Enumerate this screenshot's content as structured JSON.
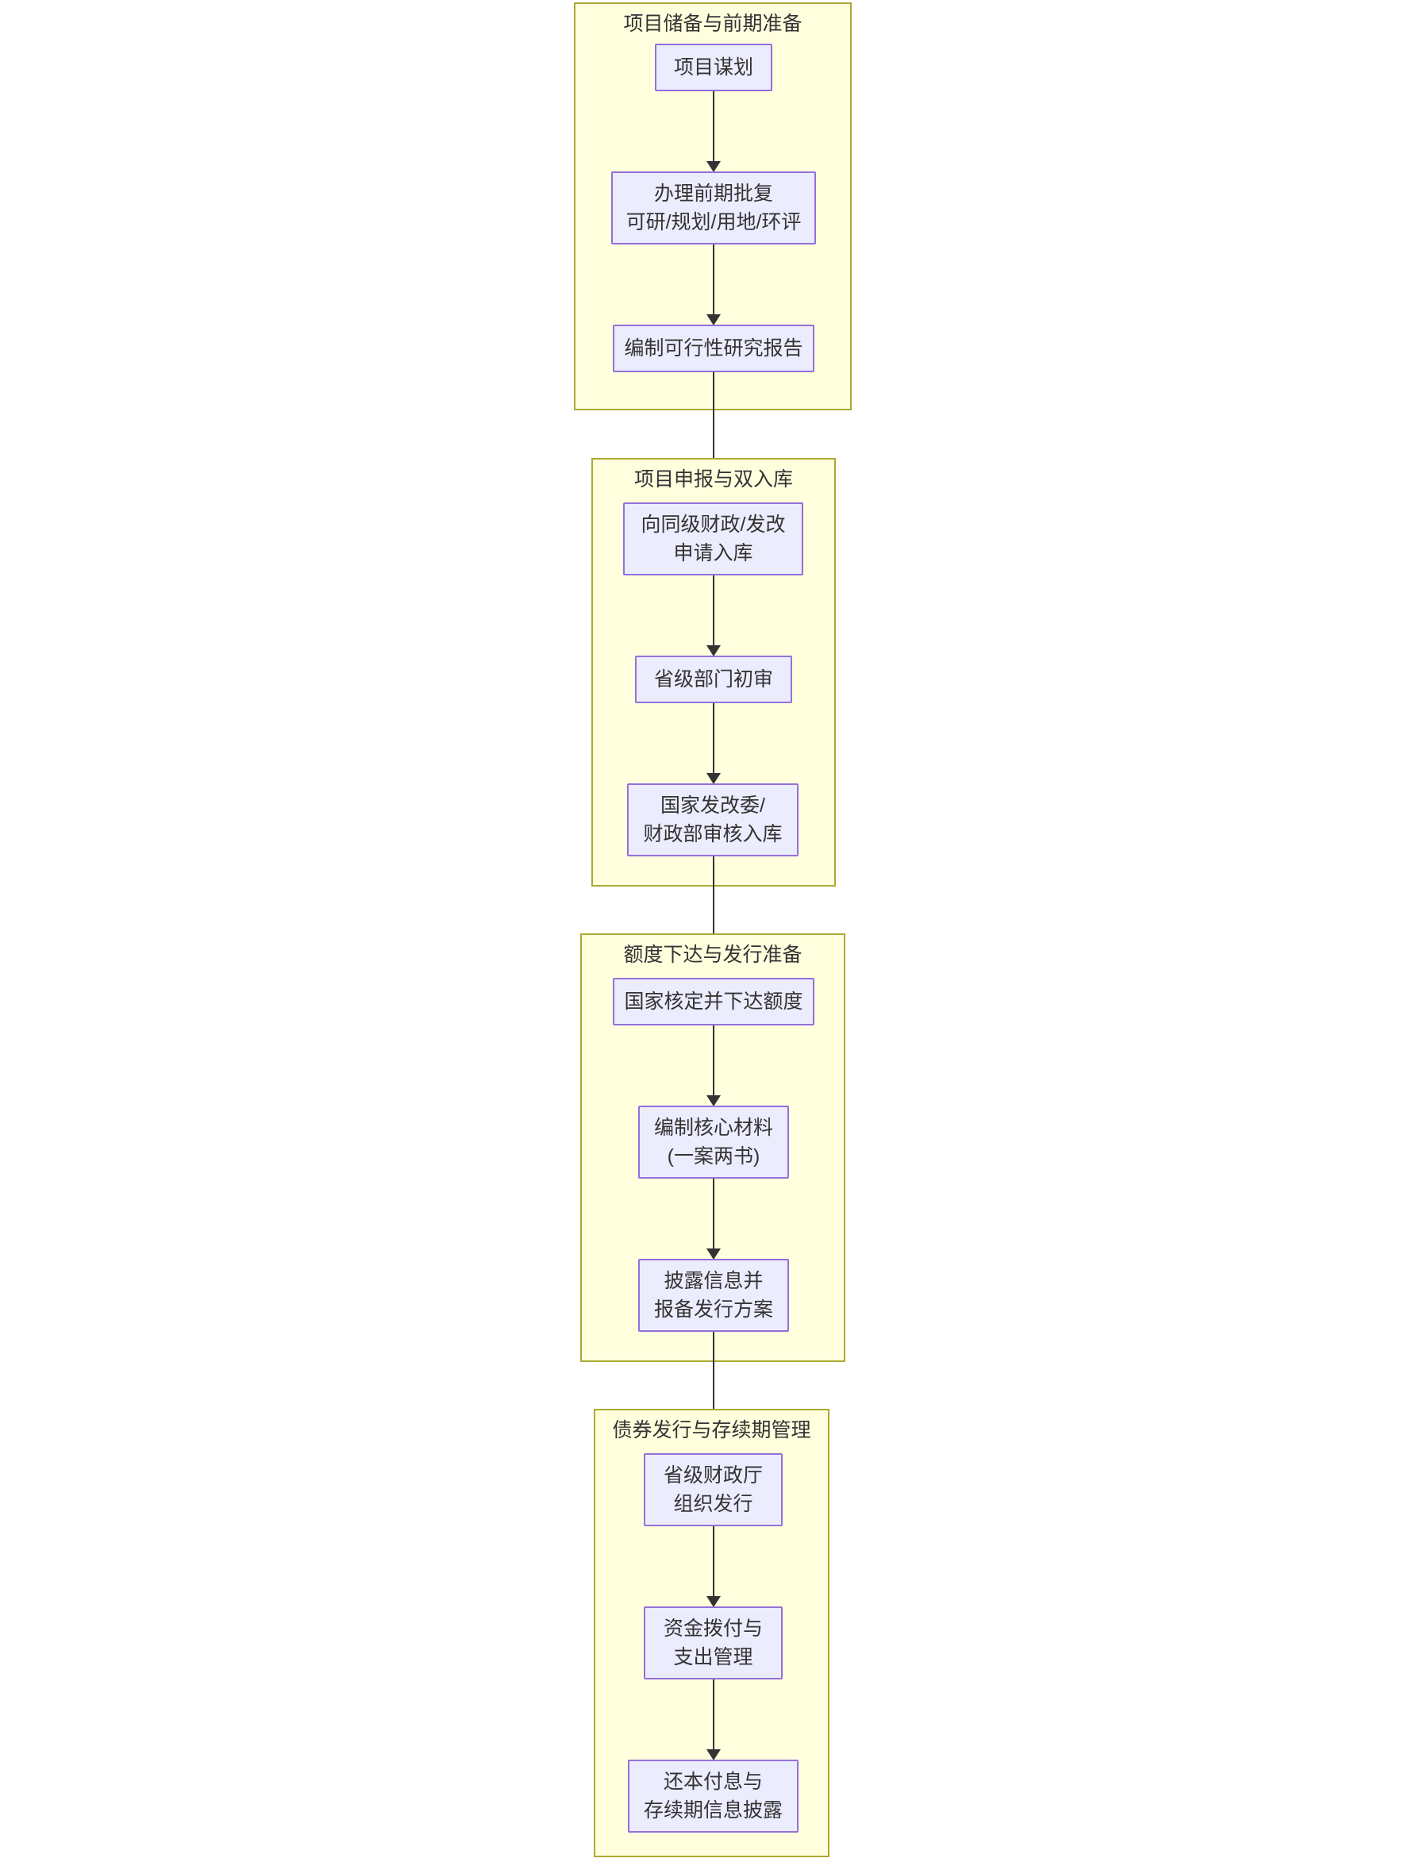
{
  "diagram": {
    "type": "flowchart",
    "direction": "top-down",
    "title_present": false,
    "colors": {
      "subgraph_fill": "#ffffde",
      "subgraph_border": "#aaaa33",
      "node_fill": "#ececff",
      "node_border": "#9370db",
      "edge": "#333333",
      "text": "#333333",
      "background": "#ffffff"
    },
    "subgraphs": [
      {
        "id": "sg1",
        "title": "项目储备与前期准备",
        "nodes": [
          {
            "id": "n1",
            "label": "项目谋划"
          },
          {
            "id": "n2",
            "label": "办理前期批复\n可研/规划/用地/环评"
          },
          {
            "id": "n3",
            "label": "编制可行性研究报告"
          }
        ]
      },
      {
        "id": "sg2",
        "title": "项目申报与双入库",
        "nodes": [
          {
            "id": "n4",
            "label": "向同级财政/发改\n申请入库"
          },
          {
            "id": "n5",
            "label": "省级部门初审"
          },
          {
            "id": "n6",
            "label": "国家发改委/\n财政部审核入库"
          }
        ]
      },
      {
        "id": "sg3",
        "title": "额度下达与发行准备",
        "nodes": [
          {
            "id": "n7",
            "label": "国家核定并下达额度"
          },
          {
            "id": "n8",
            "label": "编制核心材料\n(一案两书)"
          },
          {
            "id": "n9",
            "label": "披露信息并\n报备发行方案"
          }
        ]
      },
      {
        "id": "sg4",
        "title": "债券发行与存续期管理",
        "nodes": [
          {
            "id": "n10",
            "label": "省级财政厅\n组织发行"
          },
          {
            "id": "n11",
            "label": "资金拨付与\n支出管理"
          },
          {
            "id": "n12",
            "label": "还本付息与\n存续期信息披露"
          }
        ]
      }
    ],
    "edges": [
      {
        "from": "n1",
        "to": "n2",
        "arrow": "arrow-down-icon"
      },
      {
        "from": "n2",
        "to": "n3",
        "arrow": "arrow-down-icon"
      },
      {
        "from": "n3",
        "to": "n4",
        "arrow": "arrow-down-icon"
      },
      {
        "from": "n4",
        "to": "n5",
        "arrow": "arrow-down-icon"
      },
      {
        "from": "n5",
        "to": "n6",
        "arrow": "arrow-down-icon"
      },
      {
        "from": "n6",
        "to": "n7",
        "arrow": "arrow-down-icon"
      },
      {
        "from": "n7",
        "to": "n8",
        "arrow": "arrow-down-icon"
      },
      {
        "from": "n8",
        "to": "n9",
        "arrow": "arrow-down-icon"
      },
      {
        "from": "n9",
        "to": "n10",
        "arrow": "arrow-down-icon"
      },
      {
        "from": "n10",
        "to": "n11",
        "arrow": "arrow-down-icon"
      },
      {
        "from": "n11",
        "to": "n12",
        "arrow": "arrow-down-icon"
      }
    ]
  }
}
